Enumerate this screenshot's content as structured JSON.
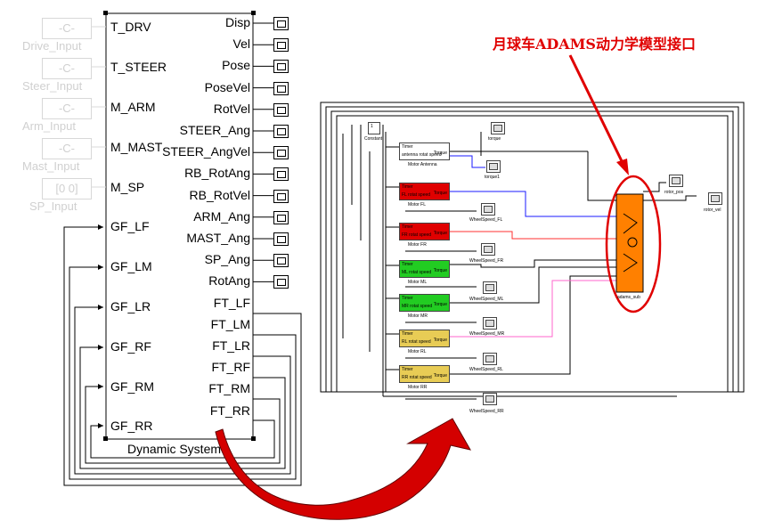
{
  "constants": [
    {
      "value": "-C-",
      "name": "Drive_Input"
    },
    {
      "value": "-C-",
      "name": "Steer_Input"
    },
    {
      "value": "-C-",
      "name": "Arm_Input"
    },
    {
      "value": "-C-",
      "name": "Mast_Input"
    },
    {
      "value": "[0 0]",
      "name": "SP_Input"
    }
  ],
  "dynamic_system": {
    "name": "Dynamic System",
    "inputs": [
      "T_DRV",
      "T_STEER",
      "M_ARM",
      "M_MAST",
      "M_SP",
      "GF_LF",
      "GF_LM",
      "GF_LR",
      "GF_RF",
      "GF_RM",
      "GF_RR"
    ],
    "outputs": [
      "Disp",
      "Vel",
      "Pose",
      "PoseVel",
      "RotVel",
      "STEER_Ang",
      "STEER_AngVel",
      "RB_RotAng",
      "RB_RotVel",
      "ARM_Ang",
      "MAST_Ang",
      "SP_Ang",
      "RotAng",
      "FT_LF",
      "FT_LM",
      "FT_LR",
      "FT_RF",
      "FT_RM",
      "FT_RR"
    ]
  },
  "annotation": "月球车ADAMS动力学模型接口",
  "adams_model": {
    "constant_value": "1",
    "constant_name": "Constant",
    "antenna": {
      "in1": "Timer",
      "in2": "antenna rotat speed",
      "out": "Torque",
      "name": "Motor Antenna"
    },
    "motors": [
      {
        "in1": "Timer",
        "in2": "FL rotat speed",
        "out": "Torque",
        "name": "Motor FL",
        "color": "#e00000"
      },
      {
        "in1": "Timer",
        "in2": "FR rotat speed",
        "out": "Torque",
        "name": "Motor FR",
        "color": "#e00000"
      },
      {
        "in1": "Timer",
        "in2": "ML rotat speed",
        "out": "Torque",
        "name": "Motor ML",
        "color": "#22cc22"
      },
      {
        "in1": "Timer",
        "in2": "MR rotat speed",
        "out": "Torque",
        "name": "Motor MR",
        "color": "#22cc22"
      },
      {
        "in1": "Timer",
        "in2": "RL rotat speed",
        "out": "Torque",
        "name": "Motor RL",
        "color": "#e8cc55"
      },
      {
        "in1": "Timer",
        "in2": "RR rotat speed",
        "out": "Torque",
        "name": "Motor RR",
        "color": "#e8cc55"
      }
    ],
    "scopes": [
      "torque",
      "torque1",
      "WheelSpeed_FL",
      "WheelSpeed_FR",
      "WheelSpeed_ML",
      "WheelSpeed_MR",
      "WheelSpeed_RL",
      "WheelSpeed_RR",
      "rotor_pos",
      "rotor_vel"
    ],
    "adams_block_name": "adams_sub",
    "colors": {
      "adams": "#ff8000",
      "highlight": "#e00000",
      "blue_line": "#1a1aff",
      "red_line": "#ff3030",
      "pink_line": "#ff66cc"
    }
  }
}
